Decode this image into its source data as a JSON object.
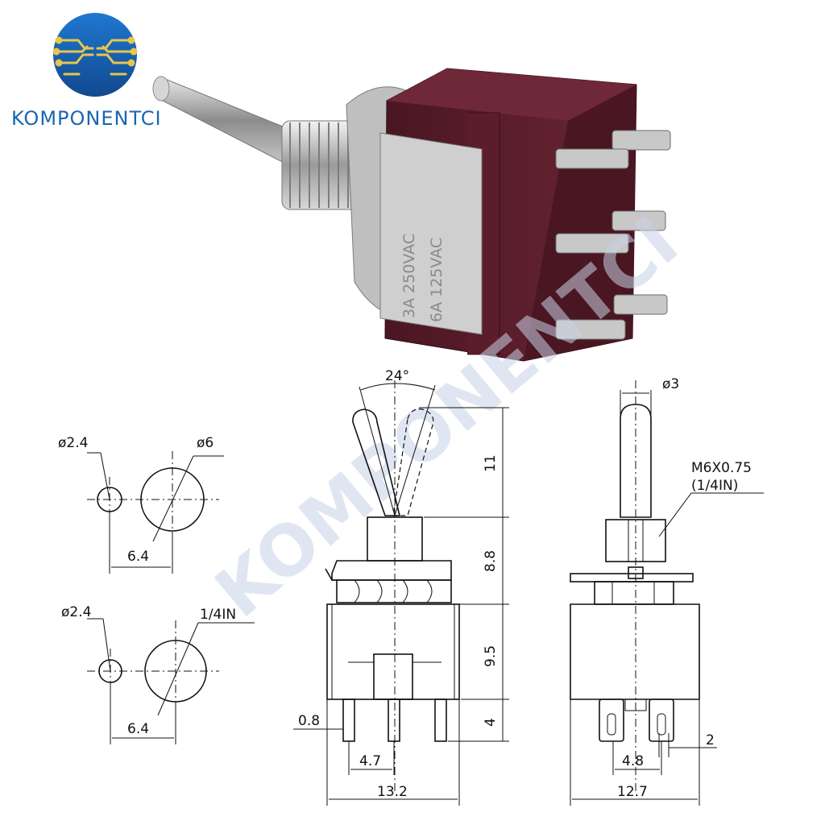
{
  "brand": {
    "name": "KOMPONENTCI",
    "watermark": "KOMPONENTCI",
    "colors": {
      "primary": "#1a66b3",
      "circuit": "#e8c64a",
      "body": "#5a1e2c",
      "metal": "#b9b9b9"
    }
  },
  "photo": {
    "stamp_line1": "3A 250VAC",
    "stamp_line2": "6A 125VAC"
  },
  "panel_holes": {
    "top": {
      "small_hole": "ø2.4",
      "large_hole": "ø6",
      "spacing": "6.4"
    },
    "bottom": {
      "small_hole": "ø2.4",
      "large_hole": "1/4IN",
      "spacing": "6.4"
    }
  },
  "front_view": {
    "angle": "24°",
    "dims_vertical": [
      "11",
      "8.8",
      "9.5",
      "4"
    ],
    "pin_width": "0.8",
    "pin_pitch": "4.7",
    "body_width": "13.2"
  },
  "side_view": {
    "lever_diameter": "ø3",
    "thread_line1": "M6X0.75",
    "thread_line2": "(1/4IN)",
    "pin_pitch": "4.8",
    "pin_gap": "2",
    "body_width": "12.7"
  }
}
